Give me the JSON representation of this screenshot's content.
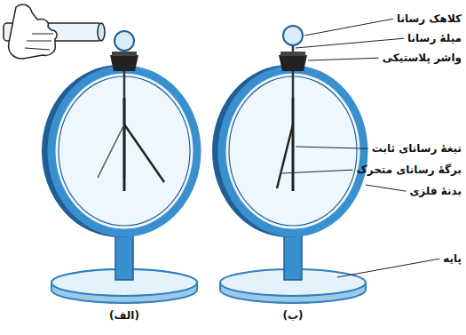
{
  "diagram": {
    "labels": [
      "کلاهک رسانا",
      "میلهٔ رسانا",
      "واشر پلاستیکی",
      "تیغهٔ رسانای ثابت",
      "برگهٔ رسانای متحرک",
      "بدنهٔ فلزی",
      "پایه",
      "(الف)",
      "(ب)"
    ]
  }
}
